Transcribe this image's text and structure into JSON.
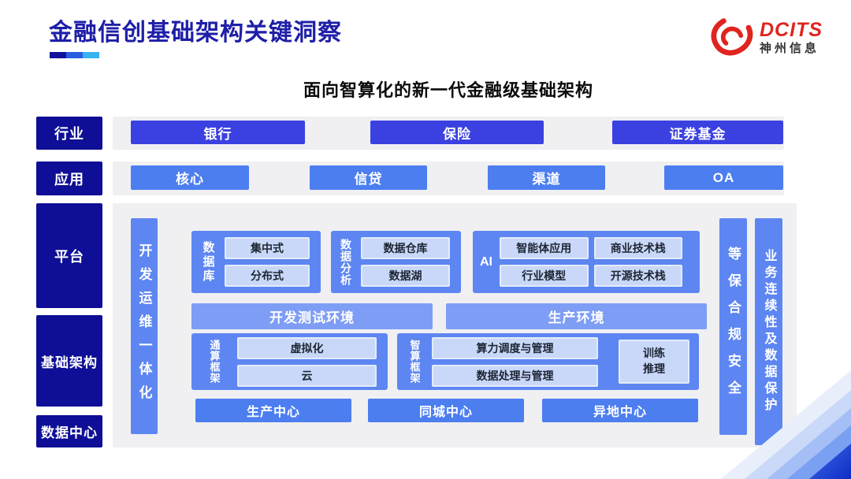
{
  "header": {
    "title": "金融信创基础架构关键洞察",
    "logo": {
      "brand": "DCITS",
      "company": "神州信息"
    }
  },
  "subtitle": "面向智算化的新一代金融级基础架构",
  "sidebar": {
    "items": [
      {
        "label": "行业"
      },
      {
        "label": "应用"
      },
      {
        "label": "平台"
      },
      {
        "label": "基础架构"
      },
      {
        "label": "数据中心"
      }
    ]
  },
  "industry_row": {
    "items": [
      {
        "label": "银行"
      },
      {
        "label": "保险"
      },
      {
        "label": "证券基金"
      }
    ]
  },
  "application_row": {
    "items": [
      {
        "label": "核心"
      },
      {
        "label": "信贷"
      },
      {
        "label": "渠道"
      },
      {
        "label": "OA"
      }
    ]
  },
  "platform": {
    "devops_bar": "开发运维一体化",
    "groups": {
      "database": {
        "label": "数据库",
        "items": [
          "集中式",
          "分布式"
        ]
      },
      "analytics": {
        "label": "数据分析",
        "items": [
          "数据仓库",
          "数据湖"
        ]
      },
      "ai": {
        "label": "AI",
        "items": [
          "智能体应用",
          "商业技术栈",
          "行业模型",
          "开源技术栈"
        ]
      },
      "general_compute": {
        "label": "通算框架",
        "items": [
          "虚拟化",
          "云"
        ]
      },
      "intelligent_compute": {
        "label": "智算框架",
        "items": [
          "算力调度与管理",
          "数据处理与管理"
        ],
        "side_box_lines": [
          "训练",
          "推理"
        ]
      }
    },
    "env_bars": {
      "devtest": "开发测试环境",
      "production": "生产环境"
    },
    "centers": [
      {
        "label": "生产中心"
      },
      {
        "label": "同城中心"
      },
      {
        "label": "异地中心"
      }
    ],
    "security_bar": "等保合规安全",
    "continuity_bar": "业务连续性及数据保护"
  },
  "colors": {
    "title_navy": "#1e1ea8",
    "sidebar_navy": "#0e0e96",
    "industry_blue": "#3a41e0",
    "app_blue": "#4c7ef0",
    "group_blue": "#5d86f2",
    "env_bar_blue": "#7e9df5",
    "inner_box_fill": "#c9d8f8",
    "panel_gray": "#f0f0f2",
    "logo_red": "#e0241f",
    "underline_segments": [
      "#11119b",
      "#2b5ce2",
      "#35b4ef"
    ]
  }
}
